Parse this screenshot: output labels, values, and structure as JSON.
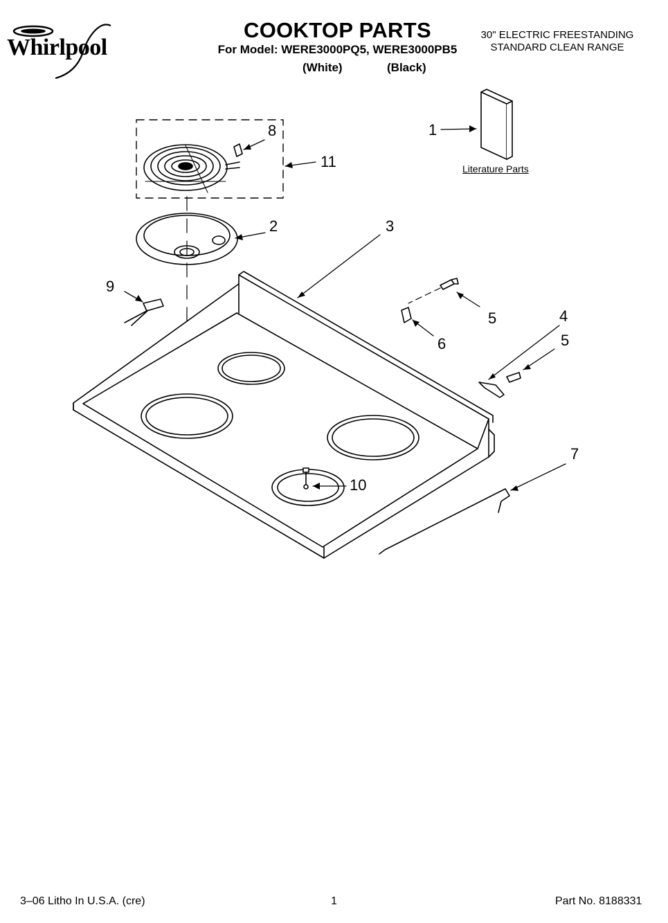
{
  "brand": {
    "logo_text": "Whirlpool"
  },
  "header": {
    "title": "COOKTOP PARTS",
    "subtitle": "For Model: WERE3000PQ5, WERE3000PB5",
    "variant_white": "(White)",
    "variant_black": "(Black)",
    "product_line1": "30\" ELECTRIC FREESTANDING",
    "product_line2": "STANDARD CLEAN RANGE"
  },
  "diagram": {
    "literature_label": "Literature Parts",
    "callouts": {
      "c1": "1",
      "c2": "2",
      "c3": "3",
      "c4": "4",
      "c5a": "5",
      "c5b": "5",
      "c6": "6",
      "c7": "7",
      "c8": "8",
      "c9": "9",
      "c10": "10",
      "c11": "11"
    }
  },
  "footer": {
    "left": "3–06 Litho In U.S.A. (cre)",
    "page": "1",
    "part_no": "Part No. 8188331"
  }
}
